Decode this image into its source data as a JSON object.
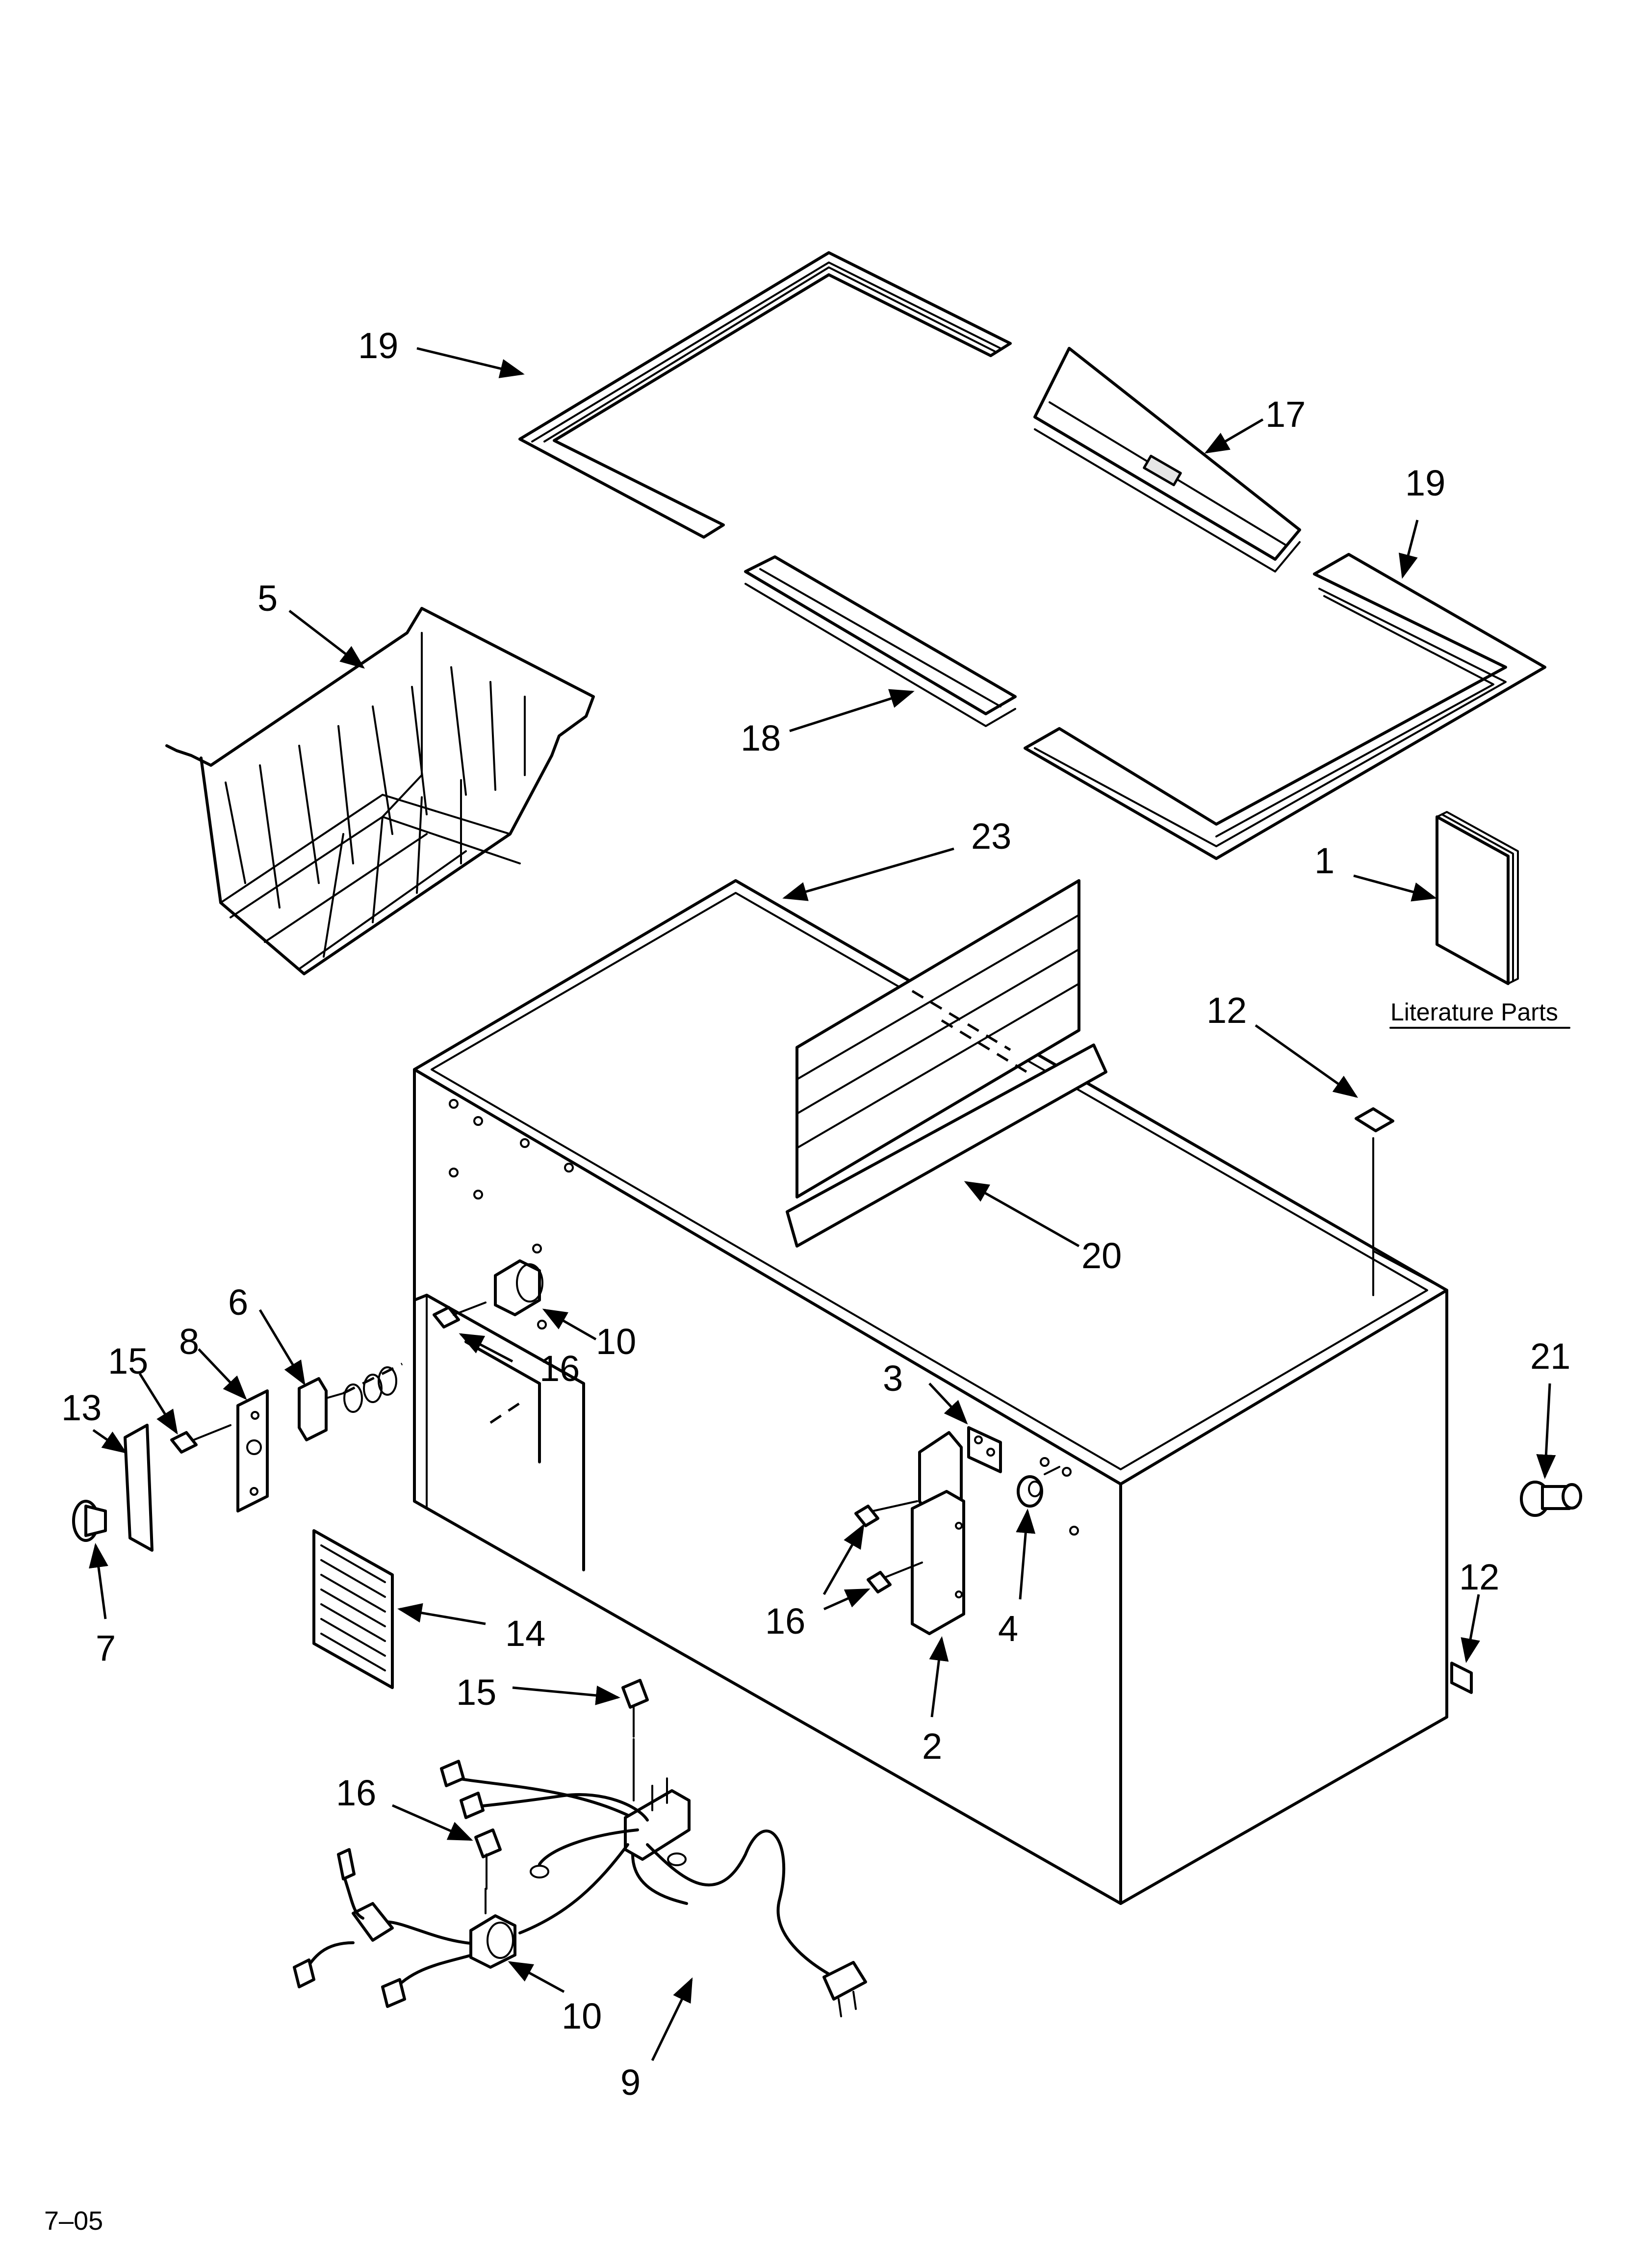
{
  "diagram": {
    "callouts": {
      "c1": "1",
      "c2": "2",
      "c3": "3",
      "c4": "4",
      "c5": "5",
      "c6": "6",
      "c7": "7",
      "c8": "8",
      "c9": "9",
      "c10a": "10",
      "c10b": "10",
      "c12a": "12",
      "c12b": "12",
      "c13": "13",
      "c14": "14",
      "c15a": "15",
      "c15b": "15",
      "c16a": "16",
      "c16b": "16",
      "c16c": "16",
      "c17": "17",
      "c18": "18",
      "c19a": "19",
      "c19b": "19",
      "c20": "20",
      "c21": "21",
      "c23": "23"
    },
    "literature_label": "Literature Parts",
    "footer_code": "7–05"
  }
}
